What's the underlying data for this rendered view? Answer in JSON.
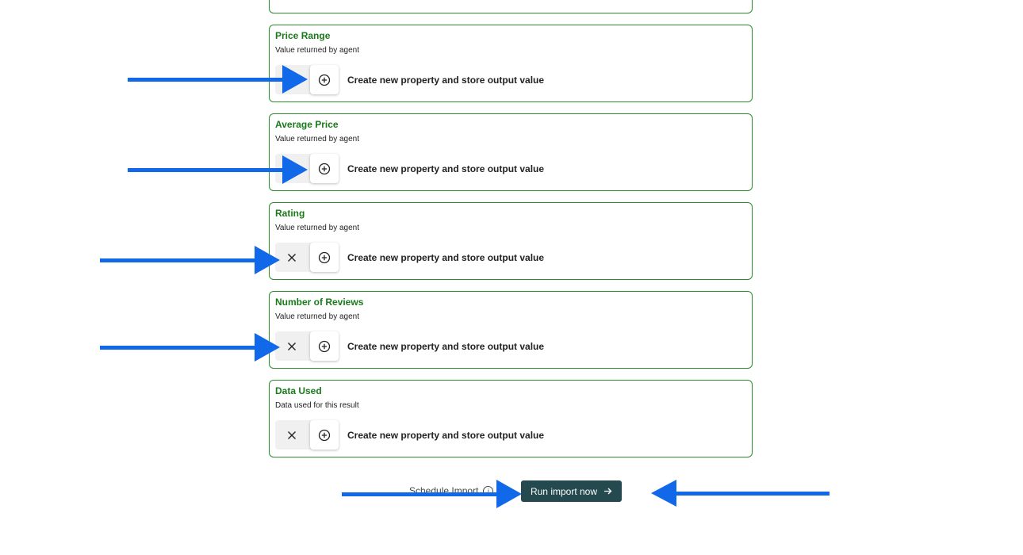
{
  "cards": [
    {
      "title": "",
      "subtitle": "",
      "row_label": "",
      "has_x": false
    },
    {
      "title": "Price Range",
      "subtitle": "Value returned by agent",
      "row_label": "Create new property and store output value",
      "has_x": false
    },
    {
      "title": "Average Price",
      "subtitle": "Value returned by agent",
      "row_label": "Create new property and store output value",
      "has_x": false
    },
    {
      "title": "Rating",
      "subtitle": "Value returned by agent",
      "row_label": "Create new property and store output value",
      "has_x": true
    },
    {
      "title": "Number of Reviews",
      "subtitle": "Value returned by agent",
      "row_label": "Create new property and store output value",
      "has_x": true
    },
    {
      "title": "Data Used",
      "subtitle": "Data used for this result",
      "row_label": "Create new property and store output value",
      "has_x": true
    }
  ],
  "footer": {
    "schedule_label": "Schedule Import",
    "run_label": "Run import now",
    "run_icon": "arrow-right-icon",
    "info_icon": "info-icon"
  },
  "colors": {
    "card_border": "#2e8b2e",
    "title": "#1a7a1a",
    "annotation_arrow": "#1168e8",
    "run_button": "#244a4f"
  }
}
